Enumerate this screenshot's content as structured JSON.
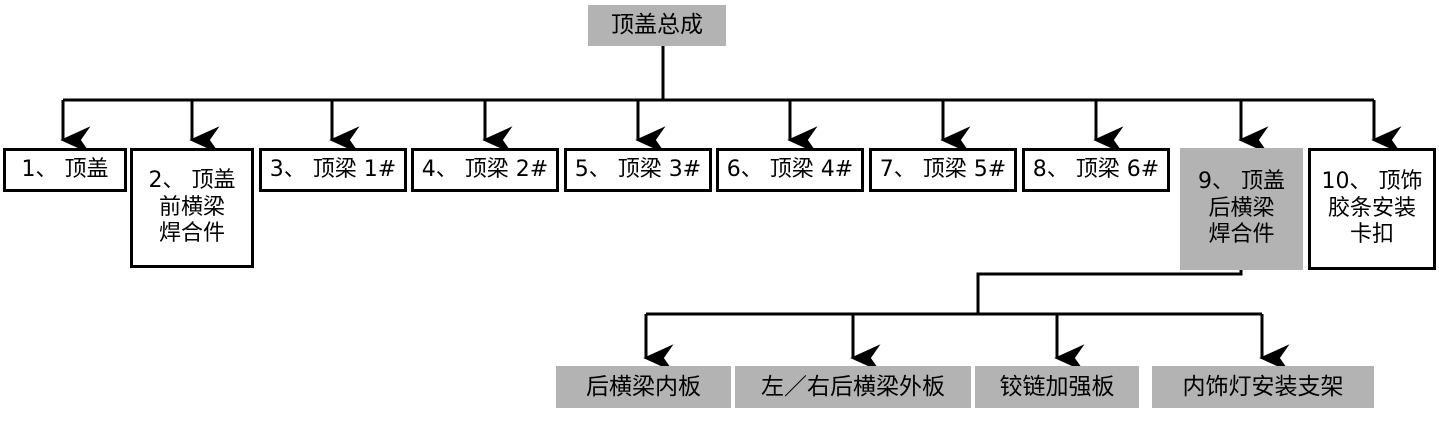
{
  "diagram": {
    "title_node": {
      "label": "顶盖总成",
      "style": "filled"
    },
    "level2": [
      {
        "label": "1、 顶盖",
        "style": "boxed"
      },
      {
        "label": "2、 顶盖\n前横梁\n焊合件",
        "style": "boxed"
      },
      {
        "label": "3、 顶梁 1#",
        "style": "boxed"
      },
      {
        "label": "4、 顶梁 2#",
        "style": "boxed"
      },
      {
        "label": "5、 顶梁 3#",
        "style": "boxed"
      },
      {
        "label": "6、 顶梁 4#",
        "style": "boxed"
      },
      {
        "label": "7、 顶梁 5#",
        "style": "boxed"
      },
      {
        "label": "8、 顶梁 6#",
        "style": "boxed"
      },
      {
        "label": "9、 顶盖\n后横梁\n焊合件",
        "style": "filled"
      },
      {
        "label": "10、 顶饰\n胶条安装\n卡扣",
        "style": "boxed"
      }
    ],
    "level3": [
      {
        "label": "后横梁内板",
        "style": "filled"
      },
      {
        "label": "左／右后横梁外板",
        "style": "filled"
      },
      {
        "label": "铰链加强板",
        "style": "filled"
      },
      {
        "label": "内饰灯安装支架",
        "style": "filled"
      }
    ],
    "colors": {
      "fill_gray": "#b3b3b3",
      "line": "#000000",
      "box_border": "#000000",
      "background": "#ffffff"
    }
  }
}
